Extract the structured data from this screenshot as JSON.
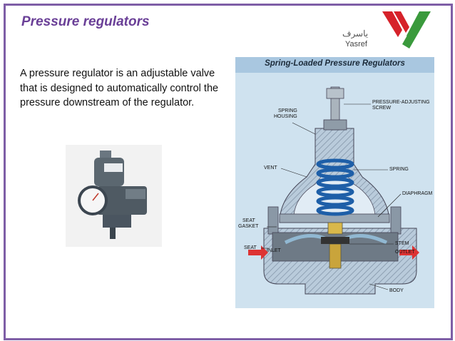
{
  "slide": {
    "title": "Pressure regulators",
    "body": "A pressure regulator is an adjustable valve that is designed to automatically control the pressure downstream of the regulator."
  },
  "logo": {
    "arabic": "ياسرف",
    "name": "Yasref"
  },
  "diagram": {
    "title": "Spring-Loaded Pressure Regulators",
    "labels": {
      "pressure_adjusting_screw_1": "PRESSURE-ADJUSTING",
      "pressure_adjusting_screw_2": "SCREW",
      "spring_housing_1": "SPRING",
      "spring_housing_2": "HOUSING",
      "vent": "VENT",
      "spring": "SPRING",
      "diaphragm": "DIAPHRAGM",
      "seat_gasket_1": "SEAT",
      "seat_gasket_2": "GASKET",
      "seat": "SEAT",
      "inlet": "INLET",
      "stem": "STEM",
      "outlet": "OUTLET",
      "body": "BODY"
    }
  },
  "colors": {
    "border": "#7e5ea6",
    "title": "#6a3f97",
    "diagram_bg": "#cfe2ef",
    "diagram_header": "#a9c7e0",
    "logo_red": "#d6222a",
    "logo_green": "#3a9a3c"
  }
}
